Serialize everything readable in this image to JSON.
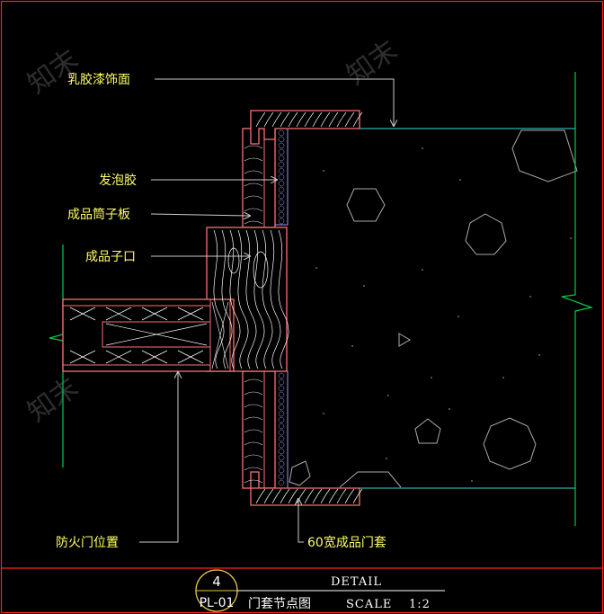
{
  "labels": {
    "latex_finish": "乳胶漆饰面",
    "foam_glue": "发泡胶",
    "jamb_board": "成品筒子板",
    "door_stop": "成品子口",
    "fire_door": "防火门位置",
    "casing_60": "60宽成品门套"
  },
  "title_block": {
    "detail_number": "4",
    "sheet_ref": "PL-01",
    "detail_label": "DETAIL",
    "title": "门套节点图",
    "scale_label": "SCALE",
    "scale_value": "1:2"
  },
  "watermark": "知末",
  "colors": {
    "background": "#000000",
    "frame": "#ff2020",
    "wood": "#ff7070",
    "grain": "#ffffff",
    "wall": "#00cc44",
    "finish_line": "#33dddd",
    "foam": "#9999ff",
    "leader": "#cccccc",
    "label_text": "#ffff66",
    "title_circle": "#e6c84a"
  }
}
